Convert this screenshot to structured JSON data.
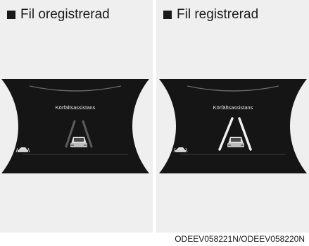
{
  "left_panel": {
    "title": "Fil oregistrerad",
    "display_label": "Körfältsassistans"
  },
  "right_panel": {
    "title": "Fil registrerad",
    "display_label": "Körfältsassistans"
  },
  "image_code": "ODEEV058221N/ODEEV058220N",
  "colors": {
    "panel_background": "#efefef",
    "screen_background": "#151515",
    "lane_detected": "#f2f2f2",
    "lane_undetected": "#5c5c5c"
  }
}
